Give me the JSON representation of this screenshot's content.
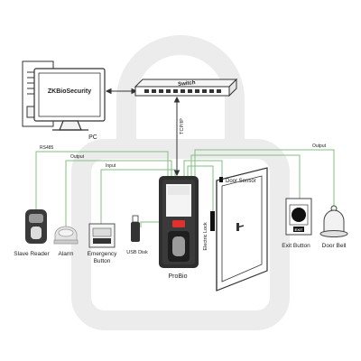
{
  "nodes": {
    "pc_software": "ZKBioSecurity",
    "pc_caption": "PC",
    "switch": "Switch",
    "device": "ProBio",
    "slave_reader": "Slave Reader",
    "alarm": "Alarm",
    "emergency_button": [
      "Emergency",
      "Button"
    ],
    "usb_disk": "USB Disk",
    "door_sensor": "Door Sensor",
    "electric_lock": "Electric Lock",
    "exit_button": "Exit Button",
    "exit_plate": "EXIT",
    "door_bell": "Door Bell"
  },
  "links": {
    "rs485": "RS485",
    "output_alarm": "Output",
    "input_emergency": "Input",
    "tcpip": "TCP/IP",
    "output_bell": "Output"
  },
  "colors": {
    "wire": "#7fbf7f",
    "line": "#333333",
    "accent": "#e0312b",
    "watermark": "#ececec"
  }
}
